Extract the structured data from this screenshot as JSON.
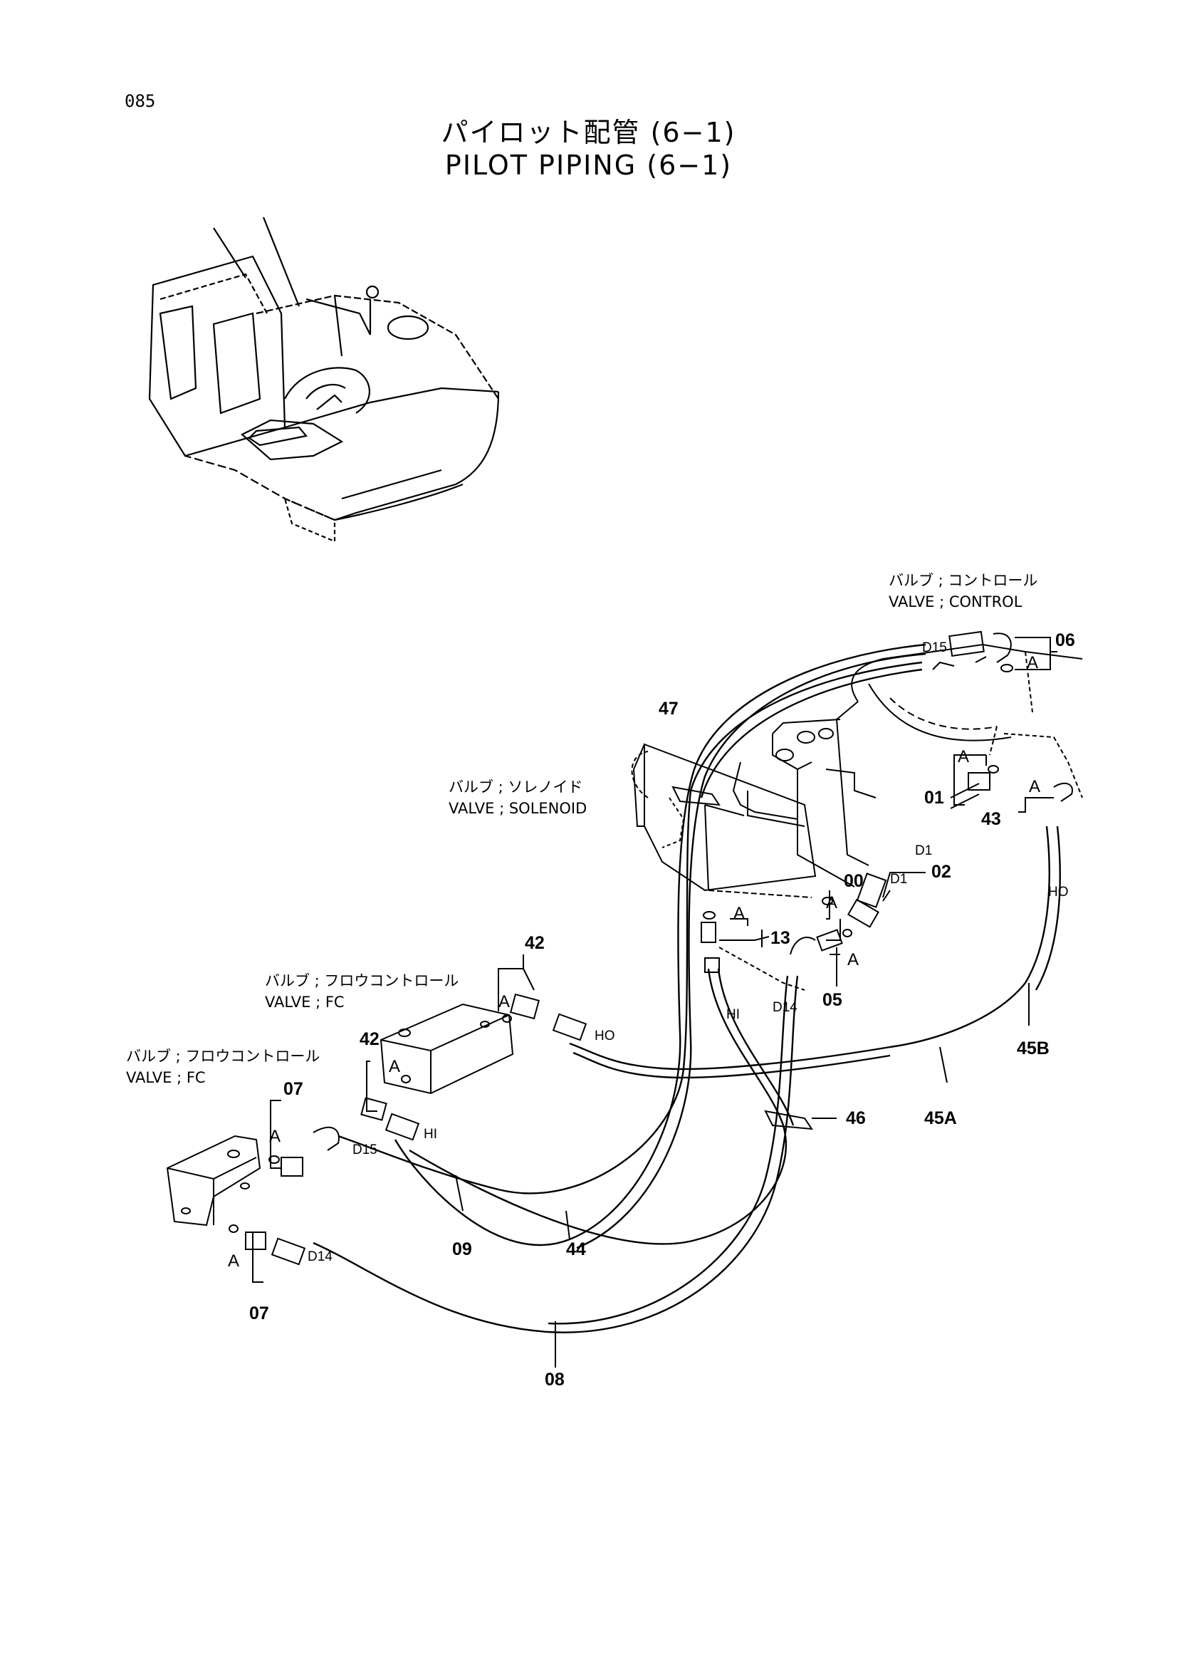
{
  "page_number": "085",
  "title_jp": "パイロット配管 (6−1)",
  "title_en": "PILOT PIPING (6−1)",
  "component_labels": {
    "control_valve": {
      "jp": "バルブ ; コントロール",
      "en": "VALVE ; CONTROL"
    },
    "solenoid_valve": {
      "jp": "バルブ ; ソレノイド",
      "en": "VALVE ; SOLENOID"
    },
    "fc_valve_1": {
      "jp": "バルブ ; フロウコントロール",
      "en": "VALVE ; FC"
    },
    "fc_valve_2": {
      "jp": "バルブ ; フロウコントロール",
      "en": "VALVE ; FC"
    }
  },
  "part_numbers": {
    "p06": "06",
    "p47": "47",
    "p01": "01",
    "p43": "43",
    "p00": "00",
    "p02": "02",
    "p13": "13",
    "p05": "05",
    "p42a": "42",
    "p42b": "42",
    "p07a": "07",
    "p07b": "07",
    "p46": "46",
    "p45a": "45A",
    "p45b": "45B",
    "p09": "09",
    "p44": "44",
    "p08": "08"
  },
  "callout_letter": "A",
  "hose_marks": {
    "d15": "D15",
    "d14": "D14",
    "d1": "D1",
    "hi": "HI",
    "ho": "HO"
  }
}
